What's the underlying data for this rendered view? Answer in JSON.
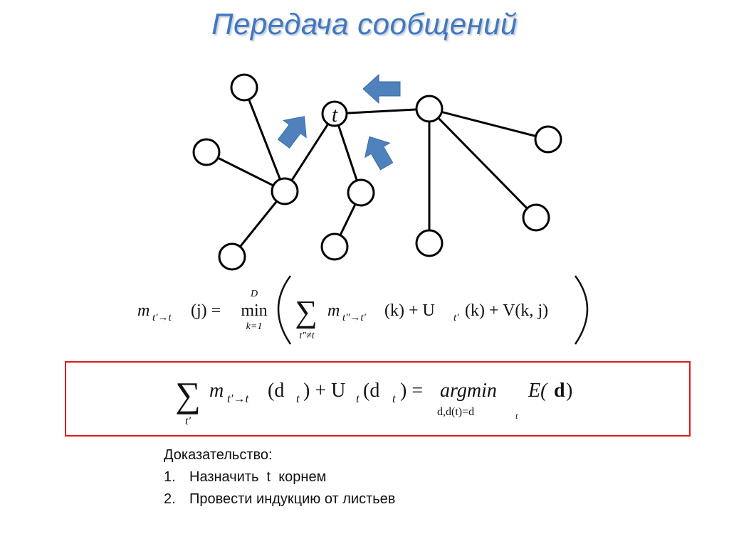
{
  "slide": {
    "title": "Передача сообщений"
  },
  "graph": {
    "root_label": "t",
    "arrow_color": "#4f81bd",
    "node_stroke": "#000000"
  },
  "formula1": {
    "lhs": "m",
    "lhs_sub": "t′→t",
    "lhs_arg": "(j) =",
    "min_op": "min",
    "min_top": "D",
    "min_bottom": "k=1",
    "sum_sym": "∑",
    "sum_sub": "t″≠t",
    "body_m": "m",
    "body_m_sub": "t″→t′",
    "body_rest_1": "(k) + U",
    "body_u_sub": "t′",
    "body_rest_2": "(k) + V(k, j)"
  },
  "formula2": {
    "sum_sym": "∑",
    "sum_sub": "t′",
    "m": "m",
    "m_sub": "t′→t",
    "rest_1": "(d",
    "rest_1_sub": "t",
    "rest_2": ") + U",
    "u_sub": "t",
    "rest_3": "(d",
    "rest_3_sub": "t",
    "rest_4": ") =",
    "argmin": "argmin",
    "argmin_sub": "d,d(t)=d",
    "argmin_sub_t": "t",
    "energy": "E(",
    "energy_d": "d",
    "energy_close": ")",
    "box_color": "#e01818"
  },
  "proof": {
    "heading": "Доказательство:",
    "items": [
      {
        "num": "1.",
        "text": "Назначить  t  корнем"
      },
      {
        "num": "2.",
        "text": "Провести индукцию от листьев"
      }
    ]
  }
}
